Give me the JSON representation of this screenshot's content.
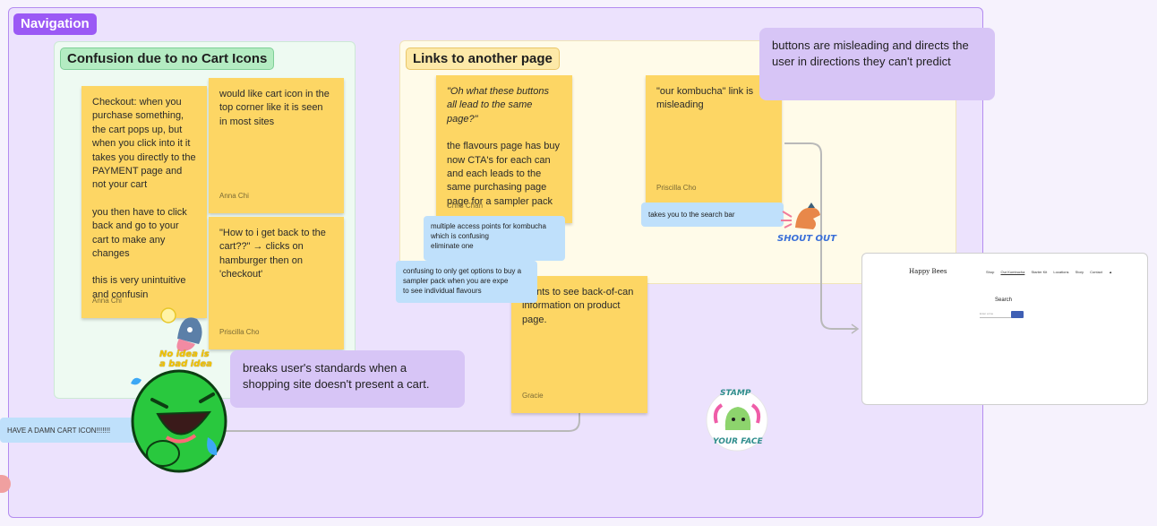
{
  "section": {
    "title": "Navigation"
  },
  "groups": {
    "cart": {
      "title": "Confusion due to no Cart Icons"
    },
    "links": {
      "title": "Links to another page"
    }
  },
  "stickies": [
    {
      "paras": [
        "Checkout: when you purchase something, the cart pops up, but when you click into it it takes you directly to the PAYMENT page and not your cart",
        "you then have to click back and go to your cart to make any changes",
        "this is very unintuitive and confusin"
      ],
      "author": "Anna Chi"
    },
    {
      "paras": [
        "would like cart icon in the top corner like it is seen in most sites"
      ],
      "author": "Anna Chi"
    },
    {
      "paras": [
        "\"How to i get back to the cart??\" → clicks on hamburger then on 'checkout'"
      ],
      "author": "Priscilla Cho"
    },
    {
      "paras": [
        "\"Oh what these buttons all lead to the same page?\"",
        "the flavours page has buy now CTA's for each can and each leads to the same purchasing page page for a sampler pack"
      ],
      "author": "Chris Chan"
    },
    {
      "paras": [
        "\"our kombucha\" link is misleading"
      ],
      "author": "Priscilla Cho"
    },
    {
      "paras": [
        "Wants to see back-of-can information on product page."
      ],
      "author": "Gracie"
    }
  ],
  "bubbles": {
    "misleading": "buttons are misleading and directs the user in directions they can't predict",
    "standards": "breaks user's standards when a shopping site doesn't present a cart."
  },
  "notes": {
    "access_points": [
      "multiple access points for kombucha",
      "which is confusing",
      "eliminate one"
    ],
    "options": [
      "confusing to only get options to buy a",
      "sampler pack when you are expe",
      "to see individual flavours"
    ],
    "search_bar": "takes you to the search bar",
    "cart_icon": "HAVE A DAMN CART ICON!!!!!!!"
  },
  "website": {
    "logo": "Happy Bees",
    "nav": [
      "Shop",
      "Our Kombucha",
      "Starter Kit",
      "Locations",
      "Story",
      "Contact"
    ],
    "search_title": "Search",
    "search_placeholder": "Enter a line"
  },
  "stickers": {
    "no_idea": [
      "No idea is",
      "a bad idea"
    ],
    "shout_out": "SHOUT OUT",
    "stamp_top": "STAMP",
    "stamp_bottom": "YOUR FACE"
  },
  "colors": {
    "section_bg": "#ece2fd",
    "section_tag": "#9b59f5",
    "sticky": "#fdd664",
    "bubble": "#d7c5f6",
    "note": "#bfe0fb"
  }
}
